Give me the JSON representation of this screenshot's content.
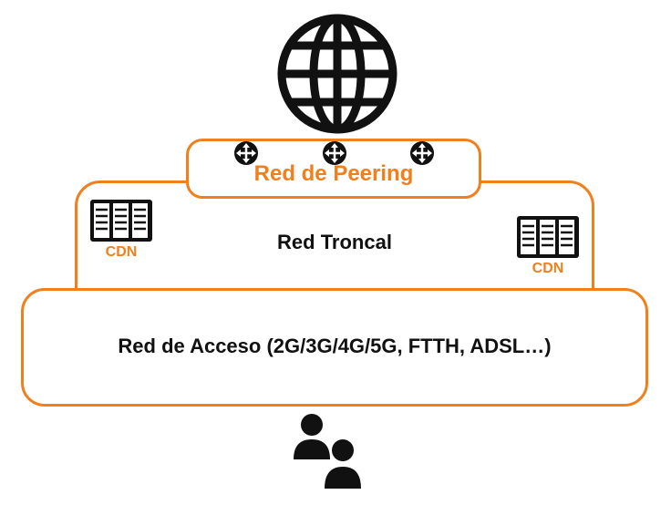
{
  "diagram": {
    "peering": {
      "label": "Red de Peering"
    },
    "troncal": {
      "label": "Red Troncal"
    },
    "acceso": {
      "label": "Red de Acceso (2G/3G/4G/5G, FTTH, ADSL…)"
    },
    "cdn_left": {
      "label": "CDN"
    },
    "cdn_right": {
      "label": "CDN"
    },
    "icons": [
      "globe-icon",
      "router-icon",
      "server-rack-icon",
      "users-icon"
    ]
  },
  "colors": {
    "accent": "#F07F1C",
    "text": "#111111"
  }
}
